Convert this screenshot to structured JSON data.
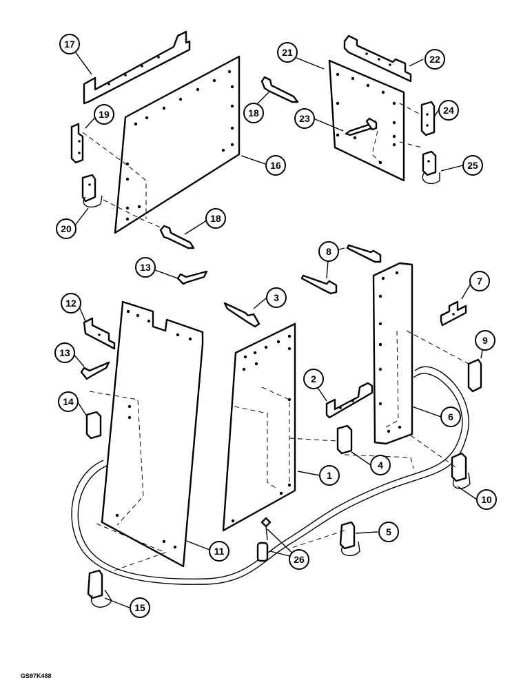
{
  "drawing_code": "GS97K488",
  "callouts": [
    "1",
    "2",
    "3",
    "4",
    "5",
    "6",
    "7",
    "8",
    "9",
    "10",
    "11",
    "12",
    "13",
    "13",
    "14",
    "15",
    "16",
    "17",
    "18",
    "18",
    "19",
    "20",
    "21",
    "22",
    "23",
    "24",
    "25",
    "26"
  ]
}
